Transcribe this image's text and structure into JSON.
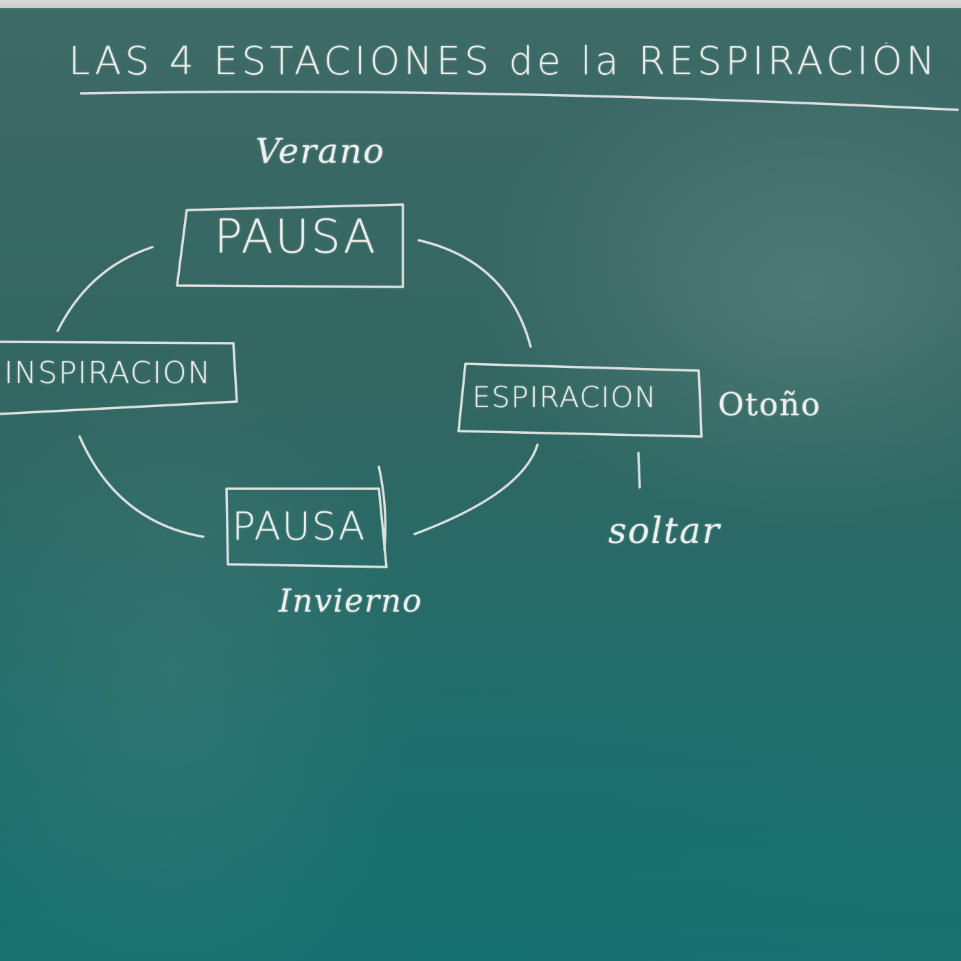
{
  "board": {
    "title": "LAS 4 ESTACIONES de la RESPIRACIÓN",
    "phases": {
      "top": {
        "label": "PAUSA",
        "season": "Verano"
      },
      "left": {
        "label": "INSPIRACION"
      },
      "right": {
        "label": "ESPIRACION",
        "season": "Otoño",
        "note": "soltar"
      },
      "bottom": {
        "label": "PAUSA",
        "season": "Invierno"
      }
    }
  },
  "colors": {
    "chalk": "#eef0ee",
    "board": "#336661"
  }
}
